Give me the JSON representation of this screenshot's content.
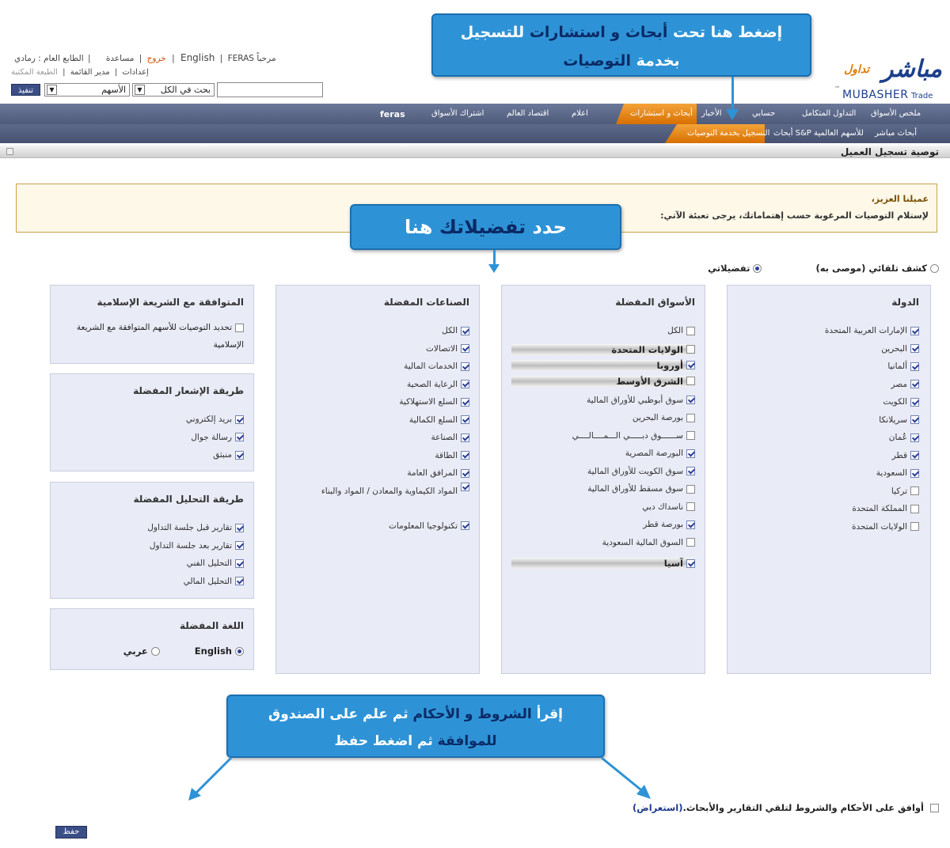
{
  "header": {
    "welcome": "مرحباً",
    "username": "FERAS",
    "lang_link": "English",
    "theme": "الطابع العام : رمادي",
    "help": "مساعدة",
    "logout": "خروج",
    "print_label": "الطبعة المكتبة",
    "manager_label": "مدير القائمة",
    "settings": "إعدادات",
    "search_scope": "بحث في الكل",
    "search_type": "الأسهم",
    "go_button": "تنفيذ",
    "search_placeholder": ""
  },
  "logo": {
    "arabic": "مباشر",
    "trade_ar": "تداول",
    "english": "MUBASHER",
    "trade_en": "Trade",
    "tm": "™"
  },
  "nav": {
    "items": [
      "ملخص الأسواق",
      "التداول المتكامل",
      "حسابي",
      "الأخبار",
      "أبحاث و استشارات",
      "اعلام",
      "اقتصاد العالم",
      "اشتراك الأسواق",
      "feras"
    ],
    "sub_items": [
      "أبحاث مباشر",
      "أبحاث S&P للأسهم العالمية",
      "التسجيل بخدمة التوصيات"
    ]
  },
  "page_title": "توصية تسجيل العميل",
  "notice": {
    "greeting": "عميلنا العزيز،",
    "text": "لإستلام التوصيات المرغوبة حسب إهتماماتك، يرجى تعبئة الآتي:"
  },
  "mode": {
    "auto": "كشف تلقائي (موصى به)",
    "mine": "تفضيلاتي"
  },
  "countries": {
    "title": "الدولة",
    "items": [
      {
        "label": "الإمارات العربية المتحدة",
        "checked": true
      },
      {
        "label": "البحرين",
        "checked": true
      },
      {
        "label": "ألمانيا",
        "checked": true
      },
      {
        "label": "مصر",
        "checked": true
      },
      {
        "label": "الكويت",
        "checked": true
      },
      {
        "label": "سريلانكا",
        "checked": true
      },
      {
        "label": "عُمان",
        "checked": true
      },
      {
        "label": "قطر",
        "checked": true
      },
      {
        "label": "السعودية",
        "checked": true
      },
      {
        "label": "تركيا",
        "checked": false
      },
      {
        "label": "المملكة المتحدة",
        "checked": false
      },
      {
        "label": "الولايات المتحدة",
        "checked": false
      }
    ]
  },
  "markets": {
    "title": "الأسواق المفضلة",
    "all": "الكل",
    "groups": [
      "الولايات المتحدة",
      "أوروبا",
      "الشرق الأوسط",
      "آسيا"
    ],
    "items": [
      {
        "label": "سوق أبوظبي للأوراق المالية",
        "checked": true
      },
      {
        "label": "بورصة البحرين",
        "checked": false
      },
      {
        "label": "ســــــوق دبـــــي الـــمــــالــــي",
        "checked": false
      },
      {
        "label": "البورصة المصرية",
        "checked": true
      },
      {
        "label": "سوق الكويت للأوراق المالية",
        "checked": true
      },
      {
        "label": "سوق مسقط للأوراق المالية",
        "checked": false
      },
      {
        "label": "ناسداك دبي",
        "checked": false
      },
      {
        "label": "بورصة قطر",
        "checked": true
      },
      {
        "label": "السوق المالية السعودية",
        "checked": false
      }
    ]
  },
  "industries": {
    "title": "الصناعات المفضلة",
    "items": [
      "الكل",
      "الاتصالات",
      "الخدمات المالية",
      "الرعاية الصحية",
      "السلع الاستهلاكية",
      "السلع الكمالية",
      "الصناعة",
      "الطاقة",
      "المرافق العامة",
      "المواد الكيماوية والمعادن / المواد والبناء",
      "تكنولوجيا المعلومات"
    ]
  },
  "sharia": {
    "title": "المتوافقة مع الشريعة الإسلامية",
    "text": "تحديد التوصيات للأسهم المتوافقة مع الشريعة الإسلامية"
  },
  "notify": {
    "title": "طريقة الإشعار المفضلة",
    "items": [
      "بريد إلكتروني",
      "رسالة جوال",
      "منبثق"
    ]
  },
  "analysis": {
    "title": "طريقة التحليل المفضلة",
    "items": [
      "تقارير قبل جلسة التداول",
      "تقارير بعد جلسة التداول",
      "التحليل الفني",
      "التحليل المالي"
    ]
  },
  "language": {
    "title": "اللغة المفضلة",
    "english": "English",
    "arabic": "عربي"
  },
  "agree": {
    "text": "أوافق على الأحكام والشروط لتلقي التقارير والأبحاث.",
    "link": "(استعراض)"
  },
  "save_button": "حفظ",
  "callouts": {
    "top": {
      "line1": "إضغط هنا تحت",
      "hl1": "أبحاث و استشارات",
      "line1b": "للتسجيل",
      "line2a": "بخدمة",
      "hl2": "التوصيات"
    },
    "middle": {
      "a": "حدد",
      "hl": "تفضيلاتك",
      "b": "هنا"
    },
    "bottom": {
      "a": "إقرأ",
      "hl1": "الشروط و الأحكام",
      "b": "ثم علم على الصندوق",
      "hl2": "للموافقة",
      "c": "ثم اضغط حفظ"
    }
  },
  "colors": {
    "nav_bg": "#52607f",
    "active_tab": "#e07b00",
    "callout": "#2e93d6",
    "panel_bg": "#e9ebf6"
  }
}
